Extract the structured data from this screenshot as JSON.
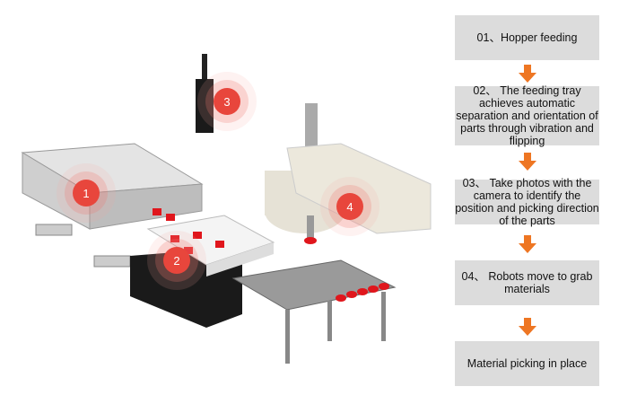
{
  "steps": [
    {
      "label": "01、Hopper feeding"
    },
    {
      "label": "02、 The feeding tray achieves automatic separation and orientation of parts through vibration and flipping"
    },
    {
      "label": "03、 Take photos with the camera to identify the position and picking direction of the parts"
    },
    {
      "label": "04、 Robots move to grab materials"
    },
    {
      "label": "Material picking in place"
    }
  ],
  "markers": [
    "1",
    "2",
    "3",
    "4"
  ],
  "colors": {
    "arrow": "#ee7623",
    "box": "#dcdcdc",
    "marker": "#e8463c",
    "part": "#e0161c"
  }
}
